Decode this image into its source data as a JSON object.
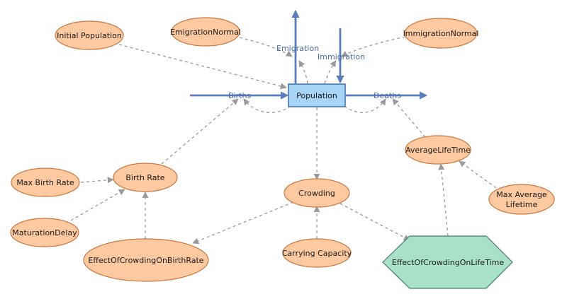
{
  "stock": {
    "label": "Population"
  },
  "flows": {
    "births": "Births",
    "deaths": "Deaths",
    "emigration": "Emigration",
    "immigration": "Immigration"
  },
  "variables": {
    "initial_population": "Initial Population",
    "emigration_normal": "EmigrationNormal",
    "immigration_normal": "ImmigrationNormal",
    "average_lifetime": "AverageLifeTime",
    "max_average_lifetime_1": "Max Average",
    "max_average_lifetime_2": "Lifetime",
    "birth_rate": "Birth Rate",
    "max_birth_rate": "Max Birth Rate",
    "maturation_delay": "MaturationDelay",
    "crowding": "Crowding",
    "effect_crowding_birth_rate": "EffectOfCrowdingOnBirthRate",
    "carrying_capacity": "Carrying Capacity",
    "effect_crowding_lifetime": "EffectOfCrowdingOnLifeTime"
  },
  "colors": {
    "auxiliary_fill": "#fcc9a0",
    "stock_fill": "#a8d4f5",
    "lookup_fill": "#a8e0c8",
    "flow": "#5b7dbd",
    "link": "#9a9a9a"
  }
}
